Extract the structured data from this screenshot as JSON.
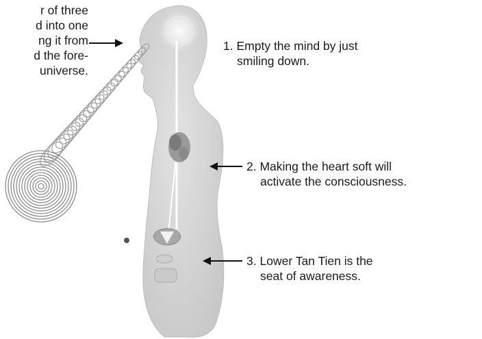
{
  "left_caption": {
    "lines": [
      "r of three",
      "d into one",
      "ng it from",
      "d the fore-",
      "universe."
    ]
  },
  "steps": [
    {
      "number": "1.",
      "line1": "Empty the mind by just",
      "line2": "smiling down."
    },
    {
      "number": "2.",
      "line1": "Making the heart soft will",
      "line2": "activate the consciousness."
    },
    {
      "number": "3.",
      "line1": "Lower Tan Tien is the",
      "line2": "seat of awareness."
    }
  ],
  "colors": {
    "body_fill": "#d6d6d6",
    "body_shade": "#c4c4c4",
    "organ": "#8a8a8a",
    "arrow": "#111111",
    "spiral": "#8c8c8c"
  }
}
